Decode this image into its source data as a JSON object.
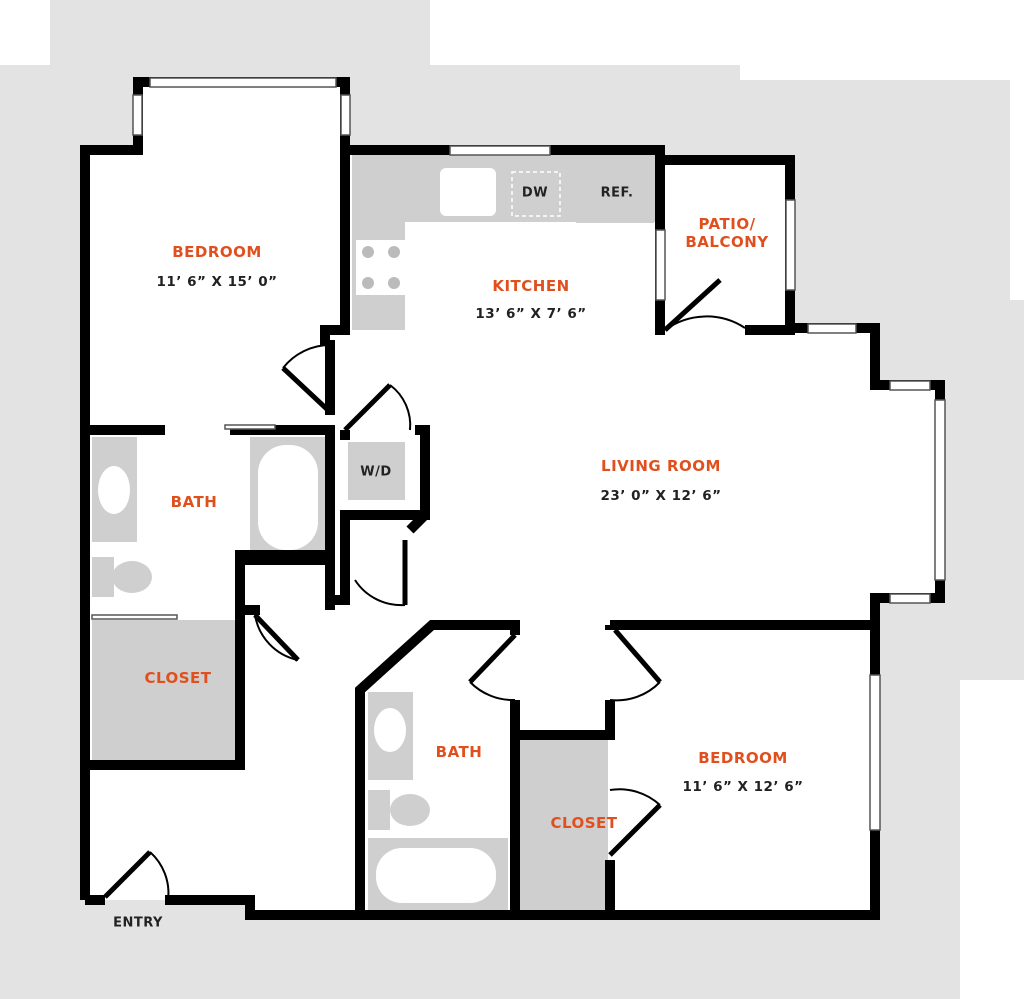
{
  "colors": {
    "label": "#e0501e",
    "wall": "#000000",
    "fixture": "#cfcfcf",
    "background": "#e3e3e3"
  },
  "rooms": {
    "bedroom1": {
      "name": "BEDROOM",
      "dims": "11’ 6” X 15’ 0”"
    },
    "kitchen": {
      "name": "KITCHEN",
      "dims": "13’ 6” X 7’ 6”"
    },
    "patio": {
      "name_line1": "PATIO/",
      "name_line2": "BALCONY"
    },
    "bath1": {
      "name": "BATH"
    },
    "closet1": {
      "name": "CLOSET"
    },
    "living": {
      "name": "LIVING ROOM",
      "dims": "23’ 0” X 12’ 6”"
    },
    "bath2": {
      "name": "BATH"
    },
    "closet2": {
      "name": "CLOSET"
    },
    "bedroom2": {
      "name": "BEDROOM",
      "dims": "11’ 6” X 12’ 6”"
    }
  },
  "fixtures": {
    "dishwasher": "DW",
    "refrigerator": "REF.",
    "washer_dryer": "W/D"
  },
  "entry": "ENTRY"
}
